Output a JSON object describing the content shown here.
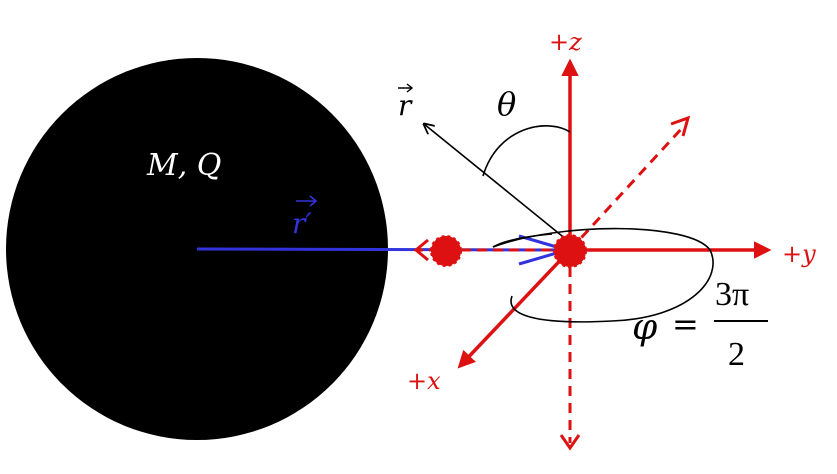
{
  "body": {
    "label": "M, Q",
    "fill": "#000000"
  },
  "vectors": {
    "r_label": "r",
    "rprime_label": "r′",
    "theta_label": "θ"
  },
  "axes": {
    "z_label": "+z",
    "y_label": "+y",
    "x_label": "+x"
  },
  "phi": {
    "symbol": "φ",
    "equals": "=",
    "numerator": "3π",
    "denominator": "2"
  },
  "colors": {
    "axis": "#dd1111",
    "point": "#dd1111",
    "rprime": "#3333dd",
    "r": "#000000"
  }
}
